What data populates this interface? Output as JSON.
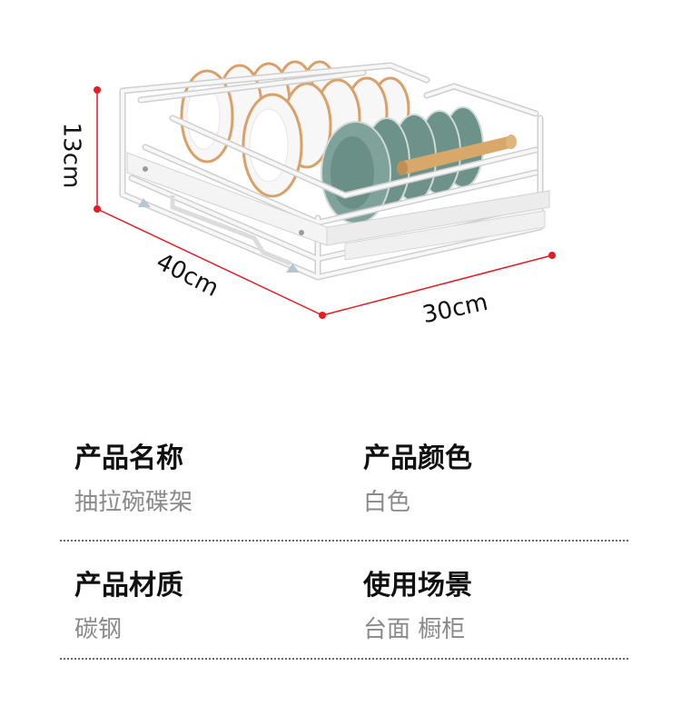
{
  "dimensions": {
    "height": "13cm",
    "width": "40cm",
    "depth": "30cm"
  },
  "colors": {
    "dimension_line": "#e51c23",
    "rack_wire": "#f1f1f1",
    "bowl_teal": "#7fa39b",
    "bowl_white": "#f7f7f7",
    "bowl_rim": "#d9a067",
    "wood_handle": "#d7a86a"
  },
  "specs": [
    {
      "title": "产品名称",
      "value": "抽拉碗碟架"
    },
    {
      "title": "产品颜色",
      "value": "白色"
    },
    {
      "title": "产品材质",
      "value": "碳钢"
    },
    {
      "title": "使用场景",
      "value": "台面  橱柜"
    }
  ]
}
